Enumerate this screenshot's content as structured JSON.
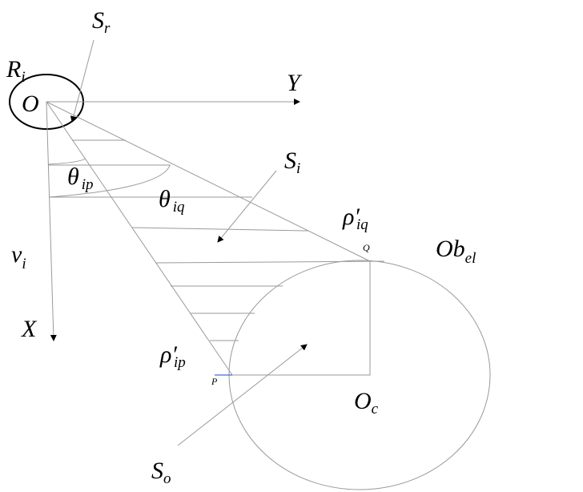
{
  "labels": {
    "S_r": {
      "main": "S",
      "sub": "r"
    },
    "R_i": {
      "main": "R",
      "sub": "i"
    },
    "O": "O",
    "Y": "Y",
    "X": "X",
    "theta_ip": {
      "main": "θ",
      "sub": "ip"
    },
    "theta_iq": {
      "main": "θ",
      "sub": "iq"
    },
    "S_i": {
      "main": "S",
      "sub": "i"
    },
    "rho_iq": {
      "main": "ρ′",
      "sub": "iq"
    },
    "Q": "Q",
    "Ob_el": {
      "main": "Ob",
      "sub": "el"
    },
    "v_i": {
      "main": "v",
      "sub": "i"
    },
    "rho_ip": {
      "main": "ρ′",
      "sub": "ip"
    },
    "P": "P",
    "O_c": {
      "main": "O",
      "sub": "c"
    },
    "S_o": {
      "main": "S",
      "sub": "o"
    }
  },
  "colors": {
    "line": "#9a9a9a",
    "robot": "#000000",
    "accent": "#3b6fd6"
  }
}
